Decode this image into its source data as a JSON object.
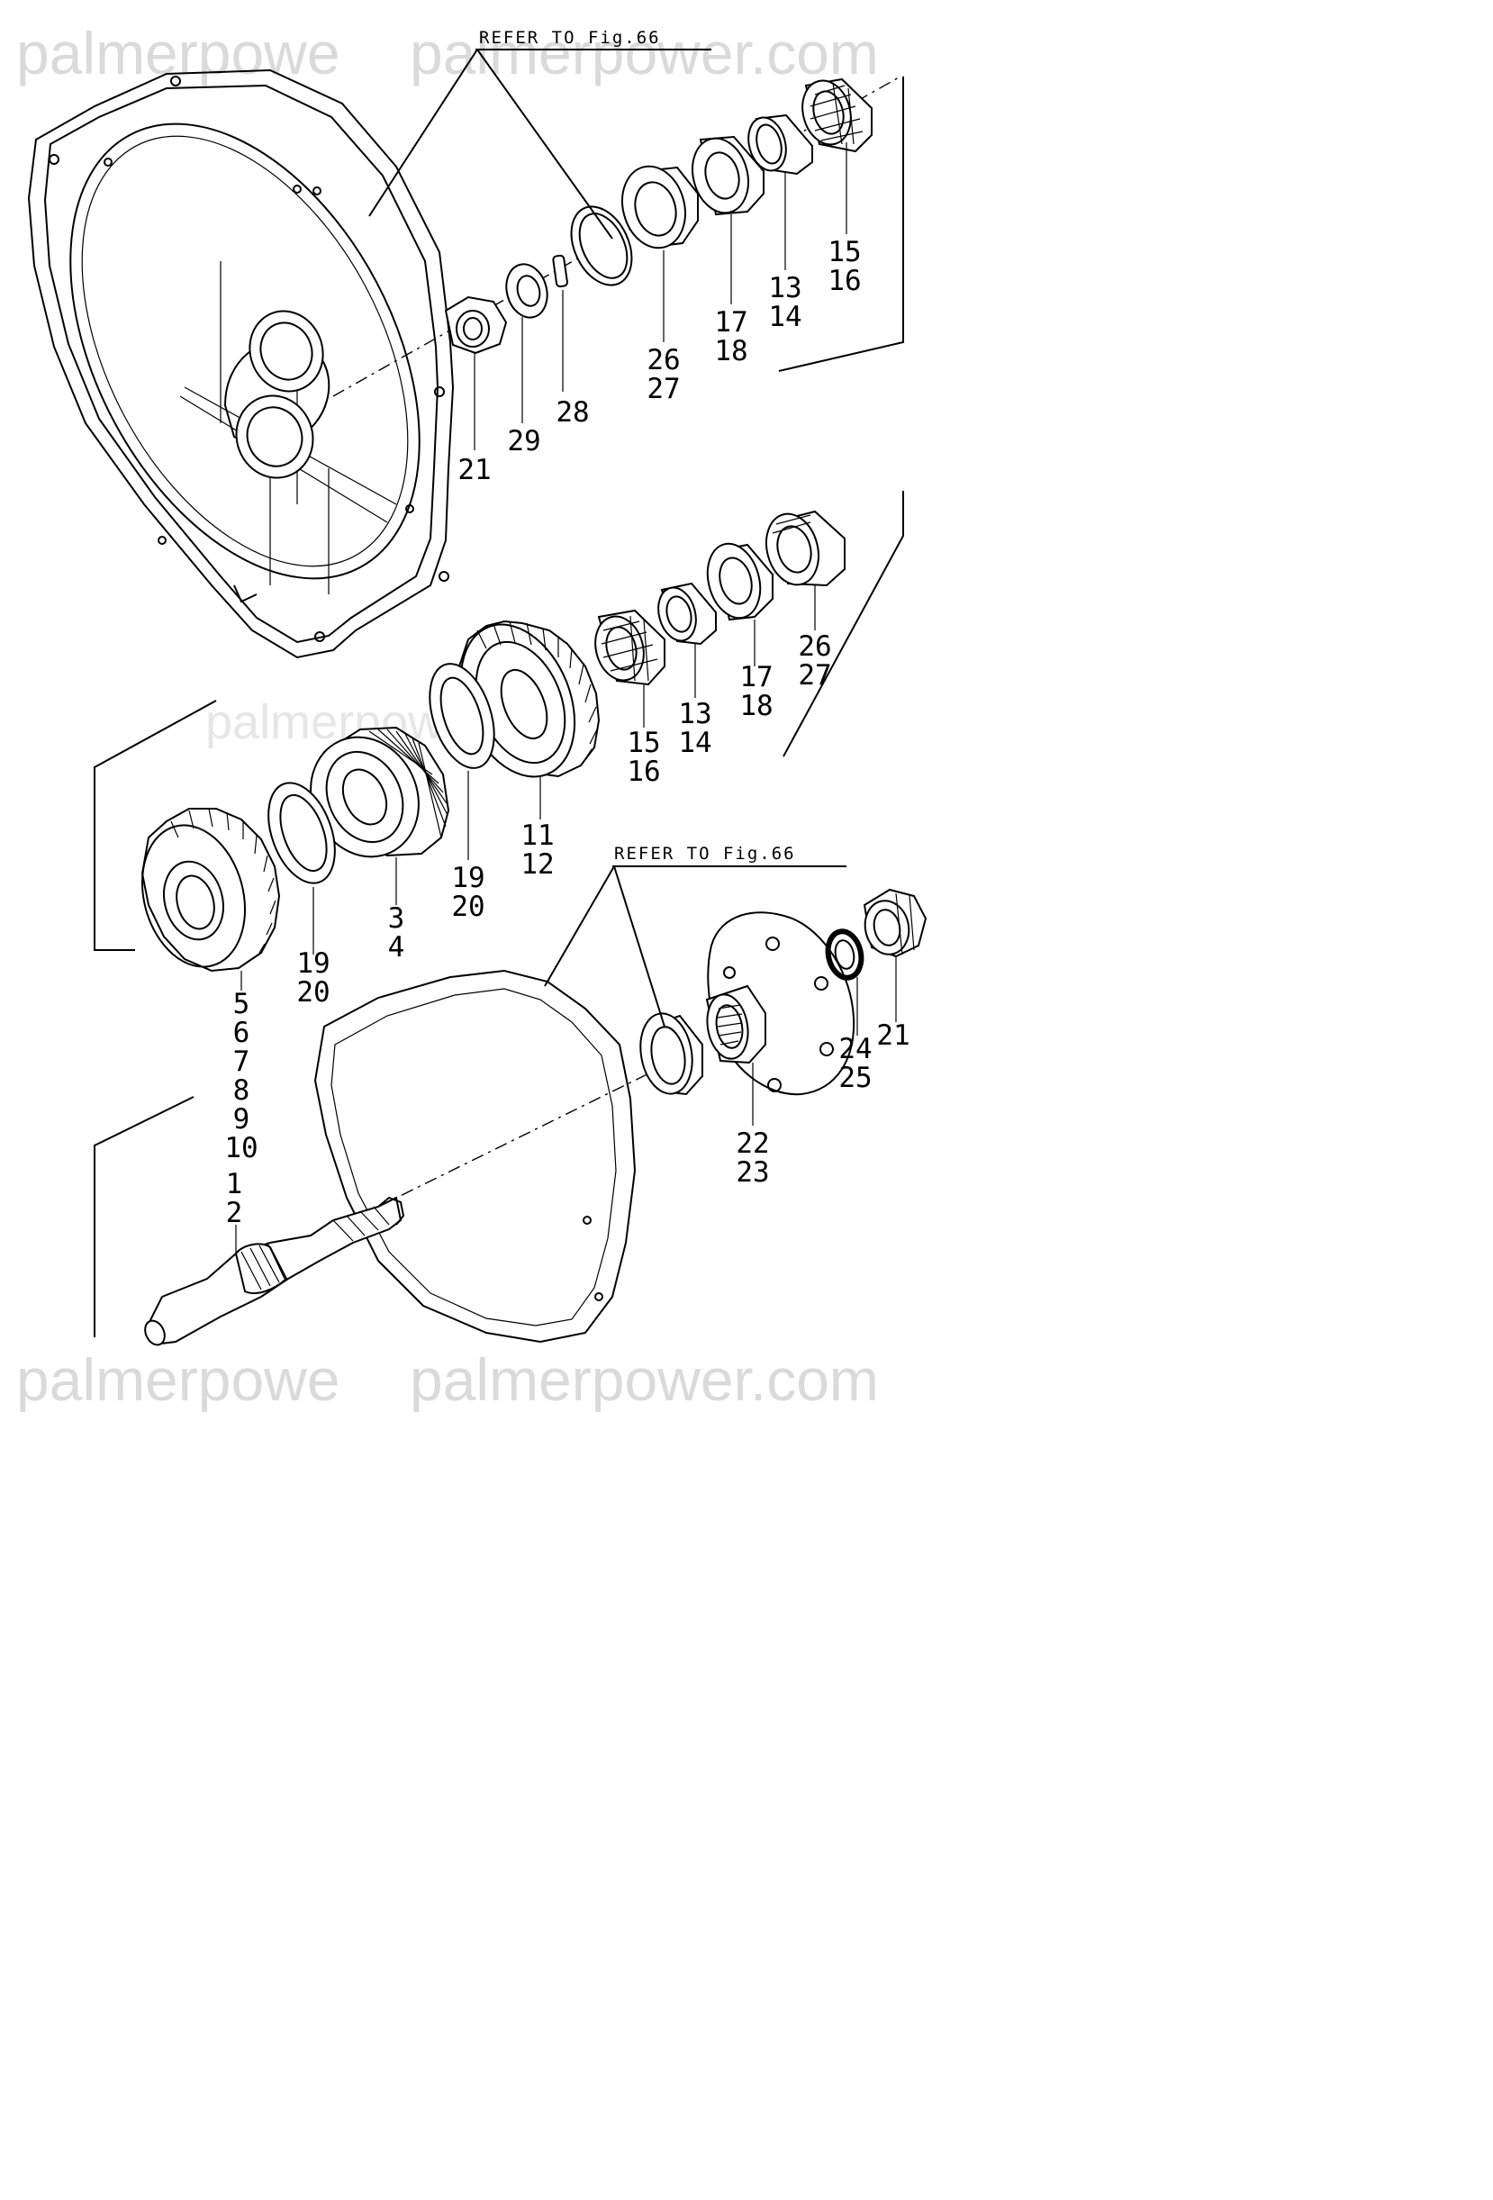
{
  "watermarks": {
    "top_left": "palmerpowe",
    "top_right": "palmerpower.com",
    "middle": "palmerpower.com",
    "bottom_left": "palmerpowe",
    "bottom_right": "palmerpower.com"
  },
  "references": {
    "upper": "REFER TO Fig.66",
    "lower": "REFER TO Fig.66"
  },
  "labels": {
    "upper_bearing_needle": [
      "15",
      "16"
    ],
    "upper_sleeve": [
      "13",
      "14"
    ],
    "upper_seal": [
      "17",
      "18"
    ],
    "upper_bearing": [
      "26",
      "27"
    ],
    "upper_pin": "28",
    "upper_washer": "29",
    "upper_nut": "21",
    "mid_bearing": [
      "26",
      "27"
    ],
    "mid_seal": [
      "17",
      "18"
    ],
    "mid_sleeve": [
      "13",
      "14"
    ],
    "mid_needle": [
      "15",
      "16"
    ],
    "mid_gear": [
      "11",
      "12"
    ],
    "mid_spacer": [
      "19",
      "20"
    ],
    "hub": [
      "3",
      "4"
    ],
    "left_spacer": [
      "19",
      "20"
    ],
    "drive_gear": [
      "5",
      "6",
      "7",
      "8",
      "9",
      "10"
    ],
    "shaft": [
      "1",
      "2"
    ],
    "flange": [
      "22",
      "23"
    ],
    "oring": [
      "24",
      "25"
    ],
    "lower_nut": "21"
  }
}
